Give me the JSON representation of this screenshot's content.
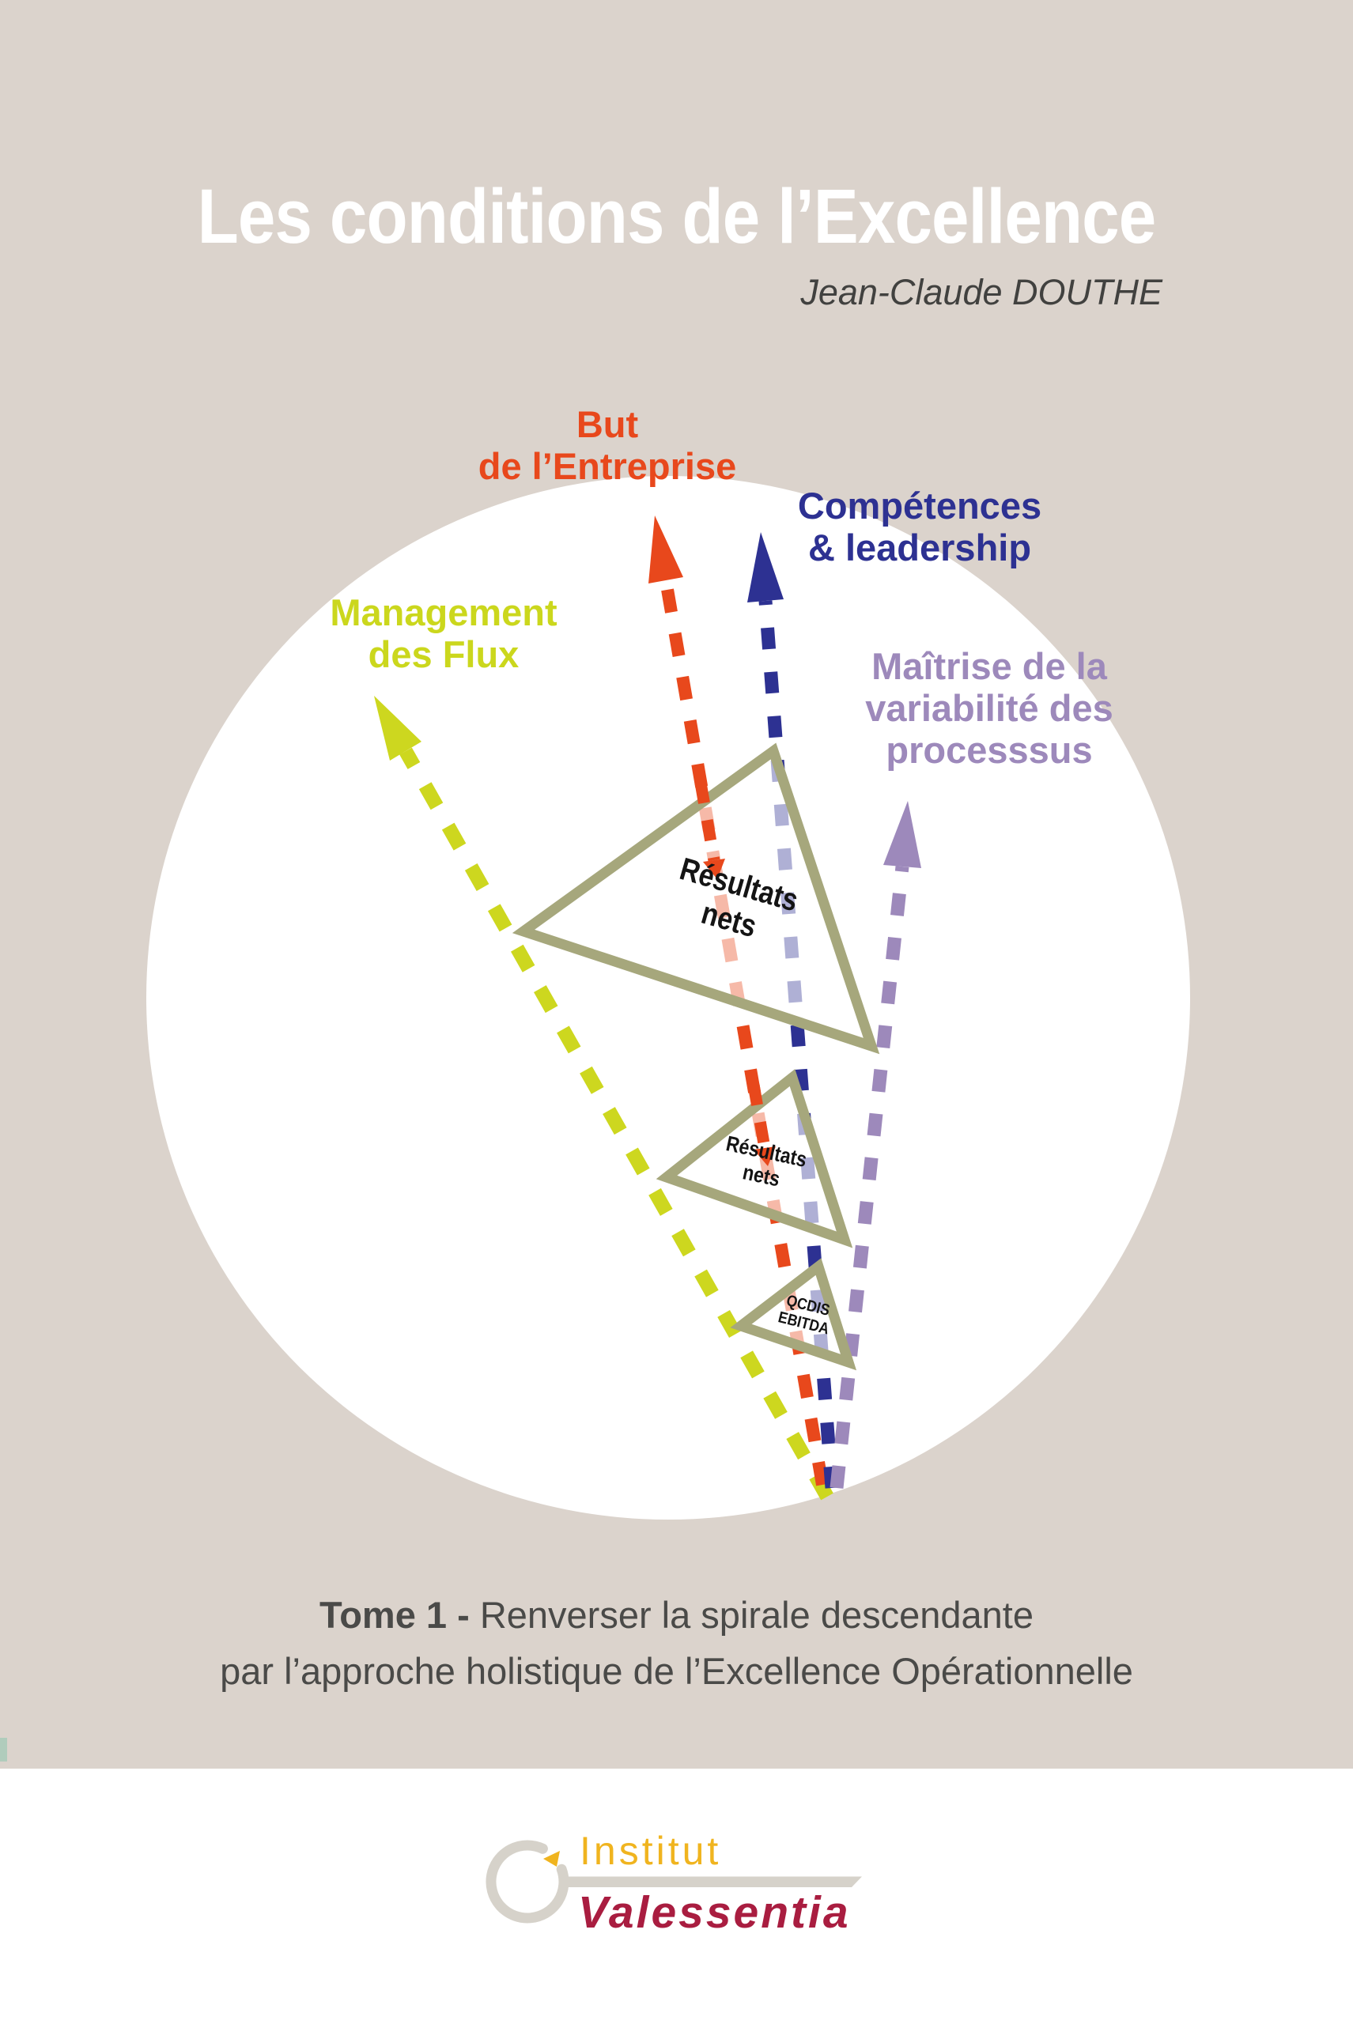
{
  "cover": {
    "title": "Les conditions de l’Excellence",
    "author": "Jean-Claude DOUTHE",
    "subtitle": {
      "prefix": "Tome 1 - ",
      "line1": "Renverser la spirale descendante",
      "line2": "par l’approche holistique de l’Excellence Opérationnelle"
    }
  },
  "diagram": {
    "labels": {
      "goal": {
        "text": "But\nde l’Entreprise",
        "color": "#e8481c"
      },
      "competences": {
        "text": "Compétences\n& leadership",
        "color": "#2d3192"
      },
      "flux": {
        "text": "Management\ndes Flux",
        "color": "#cbd71d"
      },
      "variability": {
        "text": "Maîtrise de la\nvariabilité des\nprocesssus",
        "color": "#9d89bb"
      }
    },
    "triangles": {
      "large": {
        "label": "Résultats\nnets"
      },
      "medium": {
        "label": "Résultats\nnets"
      },
      "small": {
        "label": "QCDIS\nEBITDA"
      }
    }
  },
  "logo": {
    "line1": "Institut",
    "line2": "Valessentia"
  },
  "colors": {
    "background": "#dbd3cc",
    "circle": "#ffffff",
    "goal_red": "#e8481c",
    "competences_blue": "#2d3192",
    "flux_yellow": "#cdd71f",
    "variability_purple": "#9d89bb",
    "triangle_olive": "#a6a77c",
    "title_white": "#ffffff",
    "author_gray": "#41413f",
    "subtitle_gray": "#4a4a48",
    "logo_gold": "#f0b41f",
    "logo_crimson": "#a91d40",
    "logo_gray": "#d6d2ca"
  }
}
